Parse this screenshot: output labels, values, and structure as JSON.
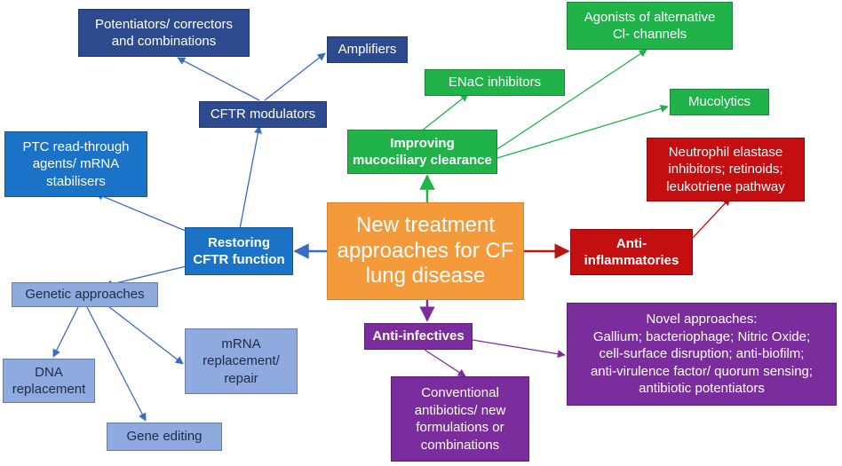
{
  "center": {
    "text": "New treatment approaches for CF lung disease"
  },
  "restoring": {
    "text": "Restoring\nCFTR function"
  },
  "cftr_modulators": {
    "text": "CFTR modulators"
  },
  "potentiators": {
    "text": "Potentiators/ correctors\nand combinations"
  },
  "amplifiers": {
    "text": "Amplifiers"
  },
  "ptc": {
    "text": "PTC read-through\nagents/ mRNA\nstabilisers"
  },
  "genetic": {
    "text": "Genetic approaches"
  },
  "dna": {
    "text": "DNA\nreplacement"
  },
  "mrna": {
    "text": "mRNA\nreplacement/\nrepair"
  },
  "gene_editing": {
    "text": "Gene editing"
  },
  "mucociliary": {
    "text": "Improving\nmucociliary clearance"
  },
  "enac": {
    "text": "ENaC inhibitors"
  },
  "agonists": {
    "text": "Agonists of alternative\nCl- channels"
  },
  "mucolytics": {
    "text": "Mucolytics"
  },
  "anti_inflam": {
    "text": "Anti-\ninflammatories"
  },
  "neutrophil": {
    "text": "Neutrophil elastase\ninhibitors; retinoids;\nleukotriene pathway"
  },
  "anti_infectives": {
    "text": "Anti-infectives"
  },
  "novel": {
    "text": "Novel approaches:\nGallium; bacteriophage; Nitric Oxide;\ncell-surface disruption; anti-biofilm;\nanti-virulence factor/ quorum sensing;\nantibiotic potentiators"
  },
  "conventional": {
    "text": "Conventional\nantibiotics/ new\nformulations or\ncombinations"
  },
  "colors": {
    "dark_blue": "#2e4a8f",
    "mid_blue": "#1a73c7",
    "light_blue": "#8eaade",
    "green": "#1fb34a",
    "red": "#c40e10",
    "purple": "#7b2d9e",
    "orange": "#f59a3b"
  }
}
